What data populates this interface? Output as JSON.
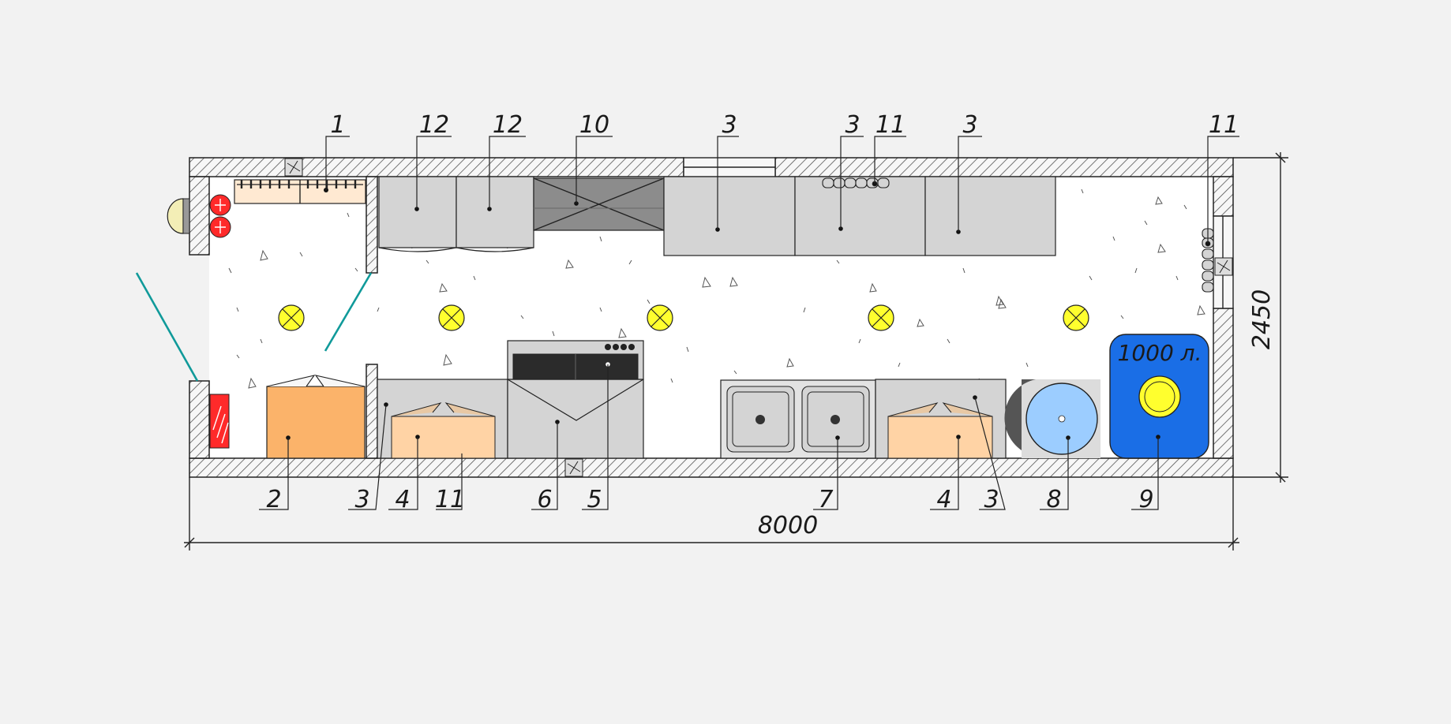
{
  "dimensions": {
    "length": "8000",
    "width": "2450"
  },
  "tank_label": "1000 л.",
  "callouts_top": [
    "1",
    "12",
    "12",
    "10",
    "3",
    "3",
    "11",
    "3",
    "11"
  ],
  "callouts_bottom": [
    "2",
    "3",
    "4",
    "11",
    "6",
    "5",
    "7",
    "4",
    "3",
    "8",
    "9"
  ],
  "colors": {
    "wall_hatch": "#555555",
    "floor": "#ffffff",
    "equipment_gray": "#d4d4d4",
    "hood_dark": "#8c8c8c",
    "box_orange": "#fbb36a",
    "tray_peach": "#ffd3a5",
    "lamp_yellow": "#ffff2e",
    "extinguisher_red": "#ff2a2a",
    "door_teal": "#109a9a",
    "tank_blue": "#1a6ee6",
    "barrel_lightblue": "#9ccdff"
  }
}
